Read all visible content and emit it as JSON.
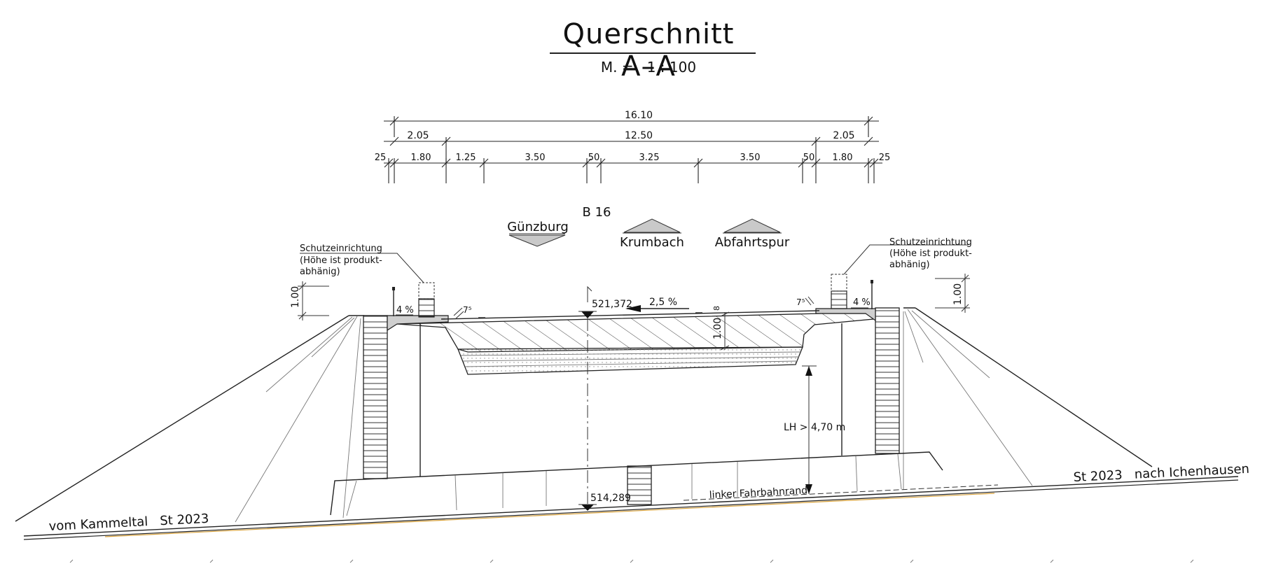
{
  "title": "Querschnitt A–A",
  "scale": "M. =   1 : 100",
  "road_name": "B 16",
  "direction_labels": [
    "Günzburg",
    "Krumbach",
    "Abfahrtspur"
  ],
  "dimensions": {
    "total": "16.10",
    "mid": [
      "2.05",
      "12.50",
      "2.05"
    ],
    "detail": [
      "25",
      "1.80",
      "1.25",
      "3.50",
      "50",
      "3.25",
      "3.50",
      "50",
      "1.80",
      "25"
    ]
  },
  "barrier_left": [
    "Schutzeinrichtung",
    "(Höhe ist produkt-",
    "abhänig)"
  ],
  "barrier_right": [
    "Schutzeinrichtung",
    "(Höhe ist produkt-",
    "abhänig)"
  ],
  "height_left": "1.00",
  "height_right": "1.00",
  "slab_depth": "1.00",
  "cross_slope": "2,5 %",
  "slope_left": "4 %",
  "slope_right": "4 %",
  "small_slope_left": "7⁵",
  "small_slope_right": "7⁵",
  "slab_gap": "8",
  "elevation_top": "521,372",
  "elevation_bottom": "514,289",
  "clearance": "LH > 4,70 m",
  "lane_edge": "linker Fahrbahnrand",
  "road_left": "vom Kammeltal   St 2023",
  "road_right": "St 2023   nach Ichenhausen",
  "colors": {
    "ink": "#222222",
    "road_edge": "#d9a23a"
  }
}
